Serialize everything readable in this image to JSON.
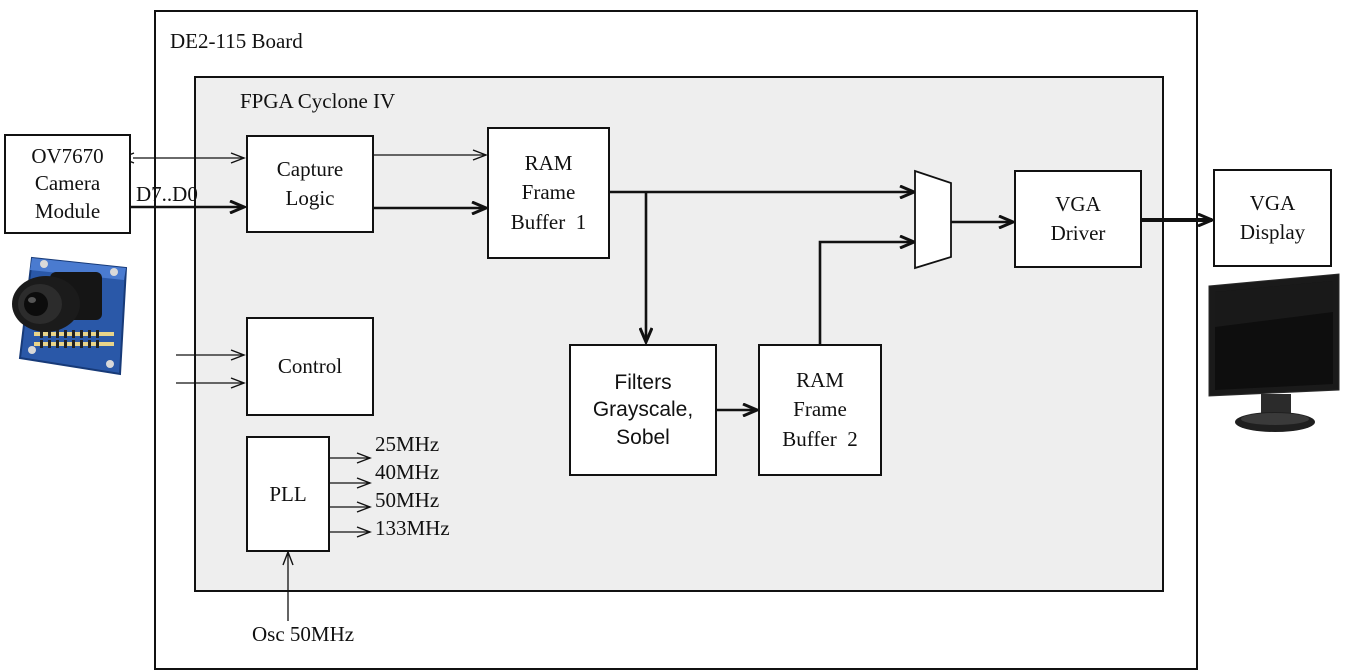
{
  "board": {
    "title": "DE2-115 Board"
  },
  "fpga": {
    "title": "FPGA Cyclone IV"
  },
  "blocks": {
    "camera": "OV7670\nCamera\nModule",
    "capture": "Capture\nLogic",
    "ram1": "RAM\nFrame\nBuffer  1",
    "control": "Control",
    "pll": "PLL",
    "filters": "Filters\nGrayscale,\nSobel",
    "ram2": "RAM\nFrame\nBuffer  2",
    "vga_driver": "VGA\nDriver",
    "vga_display": "VGA\nDisplay"
  },
  "signals": {
    "data_bus": "D7..D0",
    "clk_outputs": [
      "25MHz",
      "40MHz",
      "50MHz",
      "133MHz"
    ],
    "osc": "Osc 50MHz"
  },
  "icons": {
    "camera_image": "camera-module-icon",
    "monitor_image": "monitor-icon",
    "mux": "multiplexer-icon"
  }
}
